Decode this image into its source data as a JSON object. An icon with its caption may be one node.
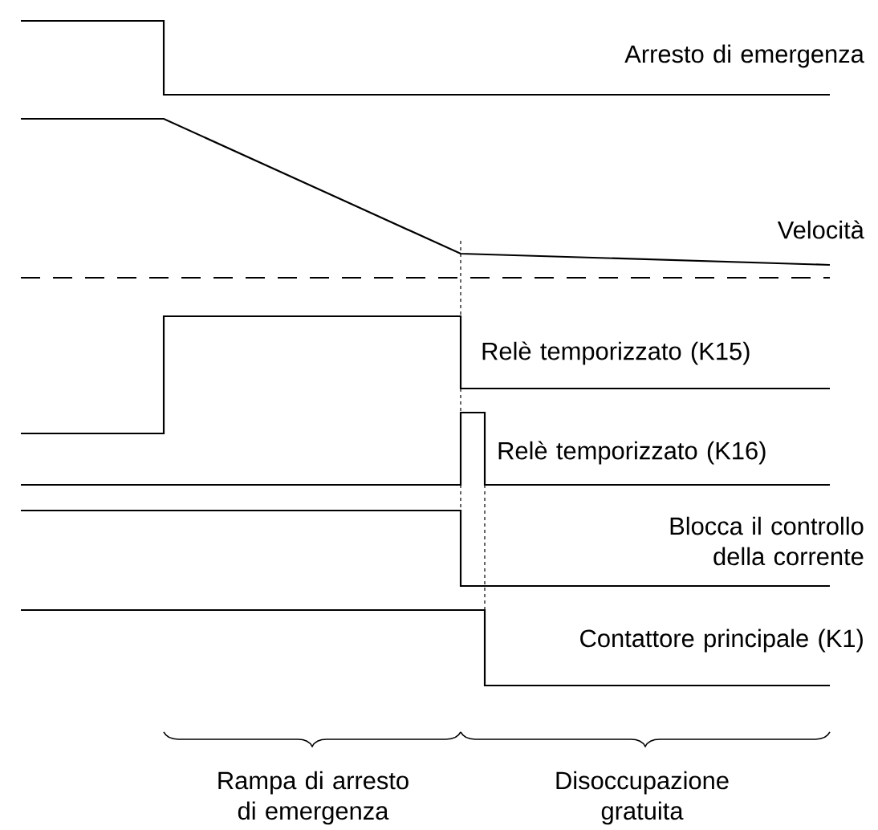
{
  "diagram": {
    "labels": [
      "Arresto di emergenza",
      "Velocità",
      "Relè temporizzato (K15)",
      "Relè temporizzato (K16)",
      "Blocca il controllo della corrente",
      "Contattore principale (K1)",
      "Rampa di arresto di emergenza",
      "Disoccupazione gratuita"
    ]
  }
}
